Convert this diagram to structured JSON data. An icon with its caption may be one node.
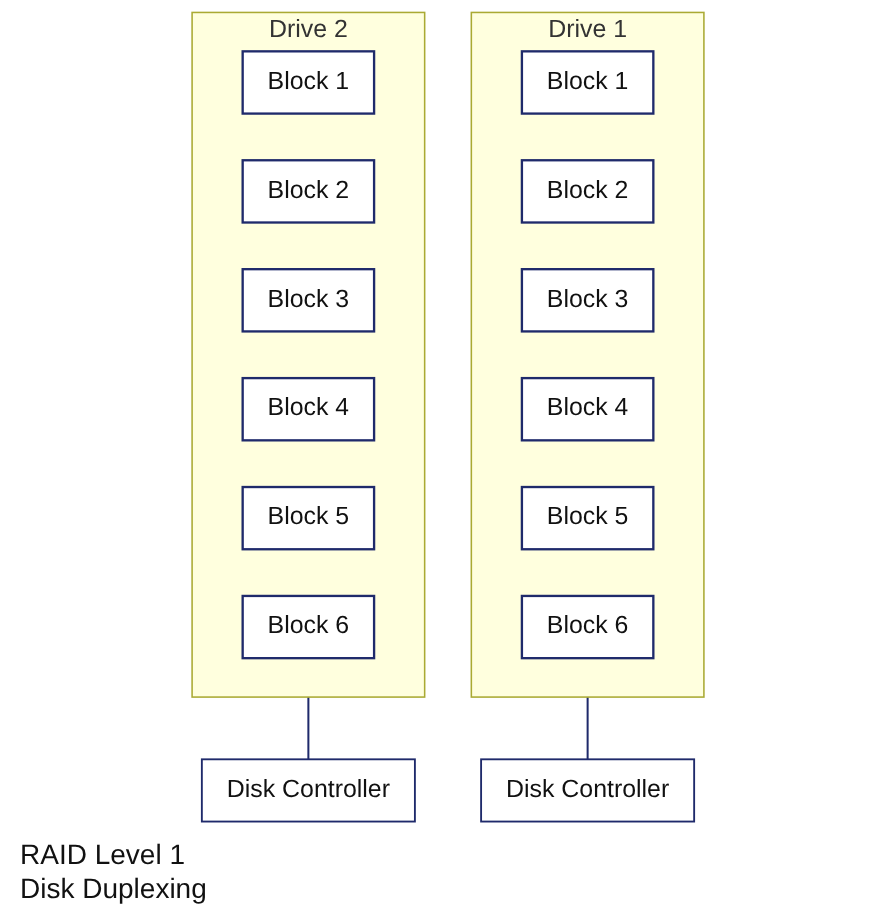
{
  "diagram": {
    "nodes": [
      {
        "text": [
          "Drive 1"
        ]
      },
      {
        "text": [
          "Block 1"
        ],
        "in": 0
      },
      {
        "text": [
          "Block 2"
        ],
        "in": 0
      },
      {
        "text": [
          "Block 3"
        ],
        "in": 0
      },
      {
        "text": [
          "Block 4"
        ],
        "in": 0
      },
      {
        "text": [
          "Block 5"
        ],
        "in": 0
      },
      {
        "text": [
          "Block 6"
        ],
        "in": 0
      },
      {
        "text": [
          "Drive 2"
        ]
      },
      {
        "text": [
          "Block 1"
        ],
        "in": 7
      },
      {
        "text": [
          "Block 2"
        ],
        "in": 7
      },
      {
        "text": [
          "Block 3"
        ],
        "in": 7
      },
      {
        "text": [
          "Block 4"
        ],
        "in": 7
      },
      {
        "text": [
          "Block 5"
        ],
        "in": 7
      },
      {
        "text": [
          "Block 6"
        ],
        "in": 7
      },
      {
        "text": [
          "Disk Controller"
        ]
      },
      {
        "text": [
          "Disk Controller"
        ]
      }
    ],
    "edges": [
      {
        "from": 0,
        "to": 14,
        "arrow": "none"
      },
      {
        "from": 7,
        "to": 15,
        "arrow": "none"
      }
    ],
    "labels": [
      "RAID Level 1",
      "Disk Duplexing"
    ]
  }
}
